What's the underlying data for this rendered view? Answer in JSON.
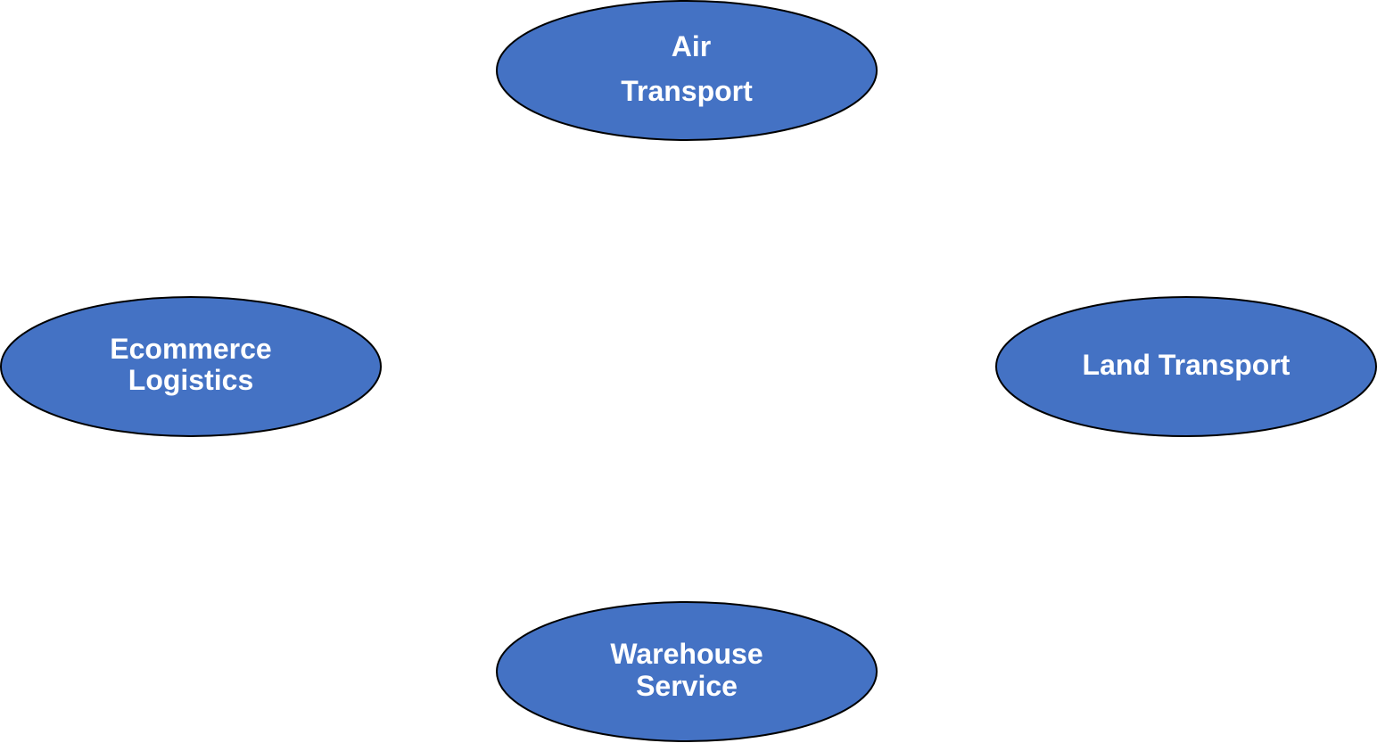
{
  "colors": {
    "node_fill": "#4472c4",
    "node_stroke": "#000000",
    "label_text": "#ffffff",
    "background": "#ffffff"
  },
  "nodes": [
    {
      "id": "air-transport",
      "lines": [
        "Air",
        "Transport"
      ]
    },
    {
      "id": "ecommerce-logistics",
      "lines": [
        "Ecommerce",
        "Logistics"
      ]
    },
    {
      "id": "land-transport",
      "lines": [
        "Land Transport"
      ]
    },
    {
      "id": "warehouse-service",
      "lines": [
        "Warehouse",
        "Service"
      ]
    }
  ]
}
